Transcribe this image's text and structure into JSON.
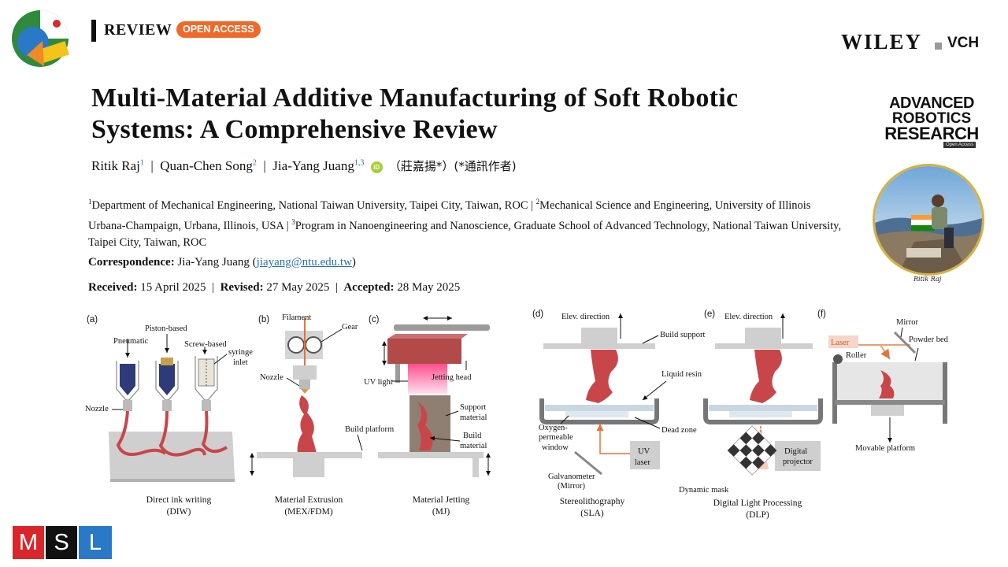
{
  "header": {
    "review_label": "REVIEW",
    "open_access_badge": "OPEN ACCESS",
    "publisher_main": "WILEY",
    "publisher_sub": "VCH"
  },
  "paper": {
    "title": "Multi-Material Additive Manufacturing of Soft Robotic Systems: A Comprehensive Review",
    "authors": [
      {
        "name": "Ritik Raj",
        "sup": "1"
      },
      {
        "name": "Quan-Chen Song",
        "sup": "2"
      },
      {
        "name": "Jia-Yang Juang",
        "sup": "1,3"
      }
    ],
    "orcid_label": "iD",
    "chinese_note": "（莊嘉揚*）(*通訊作者)",
    "affiliations": [
      {
        "sup": "1",
        "text": "Department of Mechanical Engineering, National Taiwan University, Taipei City, Taiwan, ROC"
      },
      {
        "sup": "2",
        "text": "Mechanical Science and Engineering, University of Illinois Urbana-Champaign, Urbana, Illinois, USA"
      },
      {
        "sup": "3",
        "text": "Program in Nanoengineering and Nanoscience, Graduate School of Advanced Technology, National Taiwan University, Taipei City, Taiwan, ROC"
      }
    ],
    "correspondence_label": "Correspondence:",
    "correspondence_name": "Jia-Yang Juang",
    "correspondence_email": "jiayang@ntu.edu.tw",
    "received_label": "Received:",
    "received": "15 April 2025",
    "revised_label": "Revised:",
    "revised": "27 May 2025",
    "accepted_label": "Accepted:",
    "accepted": "28 May 2025"
  },
  "journal": {
    "line1": "ADVANCED",
    "line2": "ROBOTICS",
    "line3": "RESEARCH",
    "badge": "Open Access"
  },
  "photo": {
    "caption": "Ritik Raj"
  },
  "figure": {
    "panels": [
      {
        "label": "(a)",
        "caption1": "Direct ink writing",
        "caption2": "(DIW)",
        "labels": [
          "Pneumatic",
          "Piston-based",
          "Screw-based",
          "syringe",
          "inlet",
          "Nozzle"
        ]
      },
      {
        "label": "(b)",
        "caption1": "Material Extrusion",
        "caption2": "(MEX/FDM)",
        "labels": [
          "Filament",
          "Gear",
          "Nozzle",
          "Build platform"
        ]
      },
      {
        "label": "(c)",
        "caption1": "Material Jetting",
        "caption2": "(MJ)",
        "labels": [
          "UV light",
          "Jetting head",
          "Support",
          "material",
          "Build",
          "material"
        ]
      },
      {
        "label": "(d)",
        "caption1": "Stereolithography",
        "caption2": "(SLA)",
        "labels": [
          "Elev. direction",
          "Build support",
          "Liquid resin",
          "Oxygen-",
          "permeable",
          "window",
          "UV",
          "laser",
          "Galvanometer",
          "(Mirror)",
          "Dead zone"
        ]
      },
      {
        "label": "(e)",
        "caption1": "Digital Light Processing",
        "caption2": "(DLP)",
        "labels": [
          "Elev. direction",
          "Digital",
          "projector",
          "Dynamic mask"
        ]
      },
      {
        "label": "(f)",
        "caption1": "",
        "caption2": "",
        "labels": [
          "Mirror",
          "Laser",
          "Powder bed",
          "Roller",
          "Movable platform"
        ]
      }
    ]
  },
  "footer": {
    "logo_letters": [
      "M",
      "S",
      "L"
    ],
    "colors": {
      "m": "#d8262b",
      "s": "#111111",
      "l": "#2a78c8"
    }
  },
  "colors": {
    "accent_orange": "#ee6a2b",
    "link_blue": "#2a6fb5",
    "material_red": "#c8464a",
    "gray_light": "#cfcfcf"
  }
}
